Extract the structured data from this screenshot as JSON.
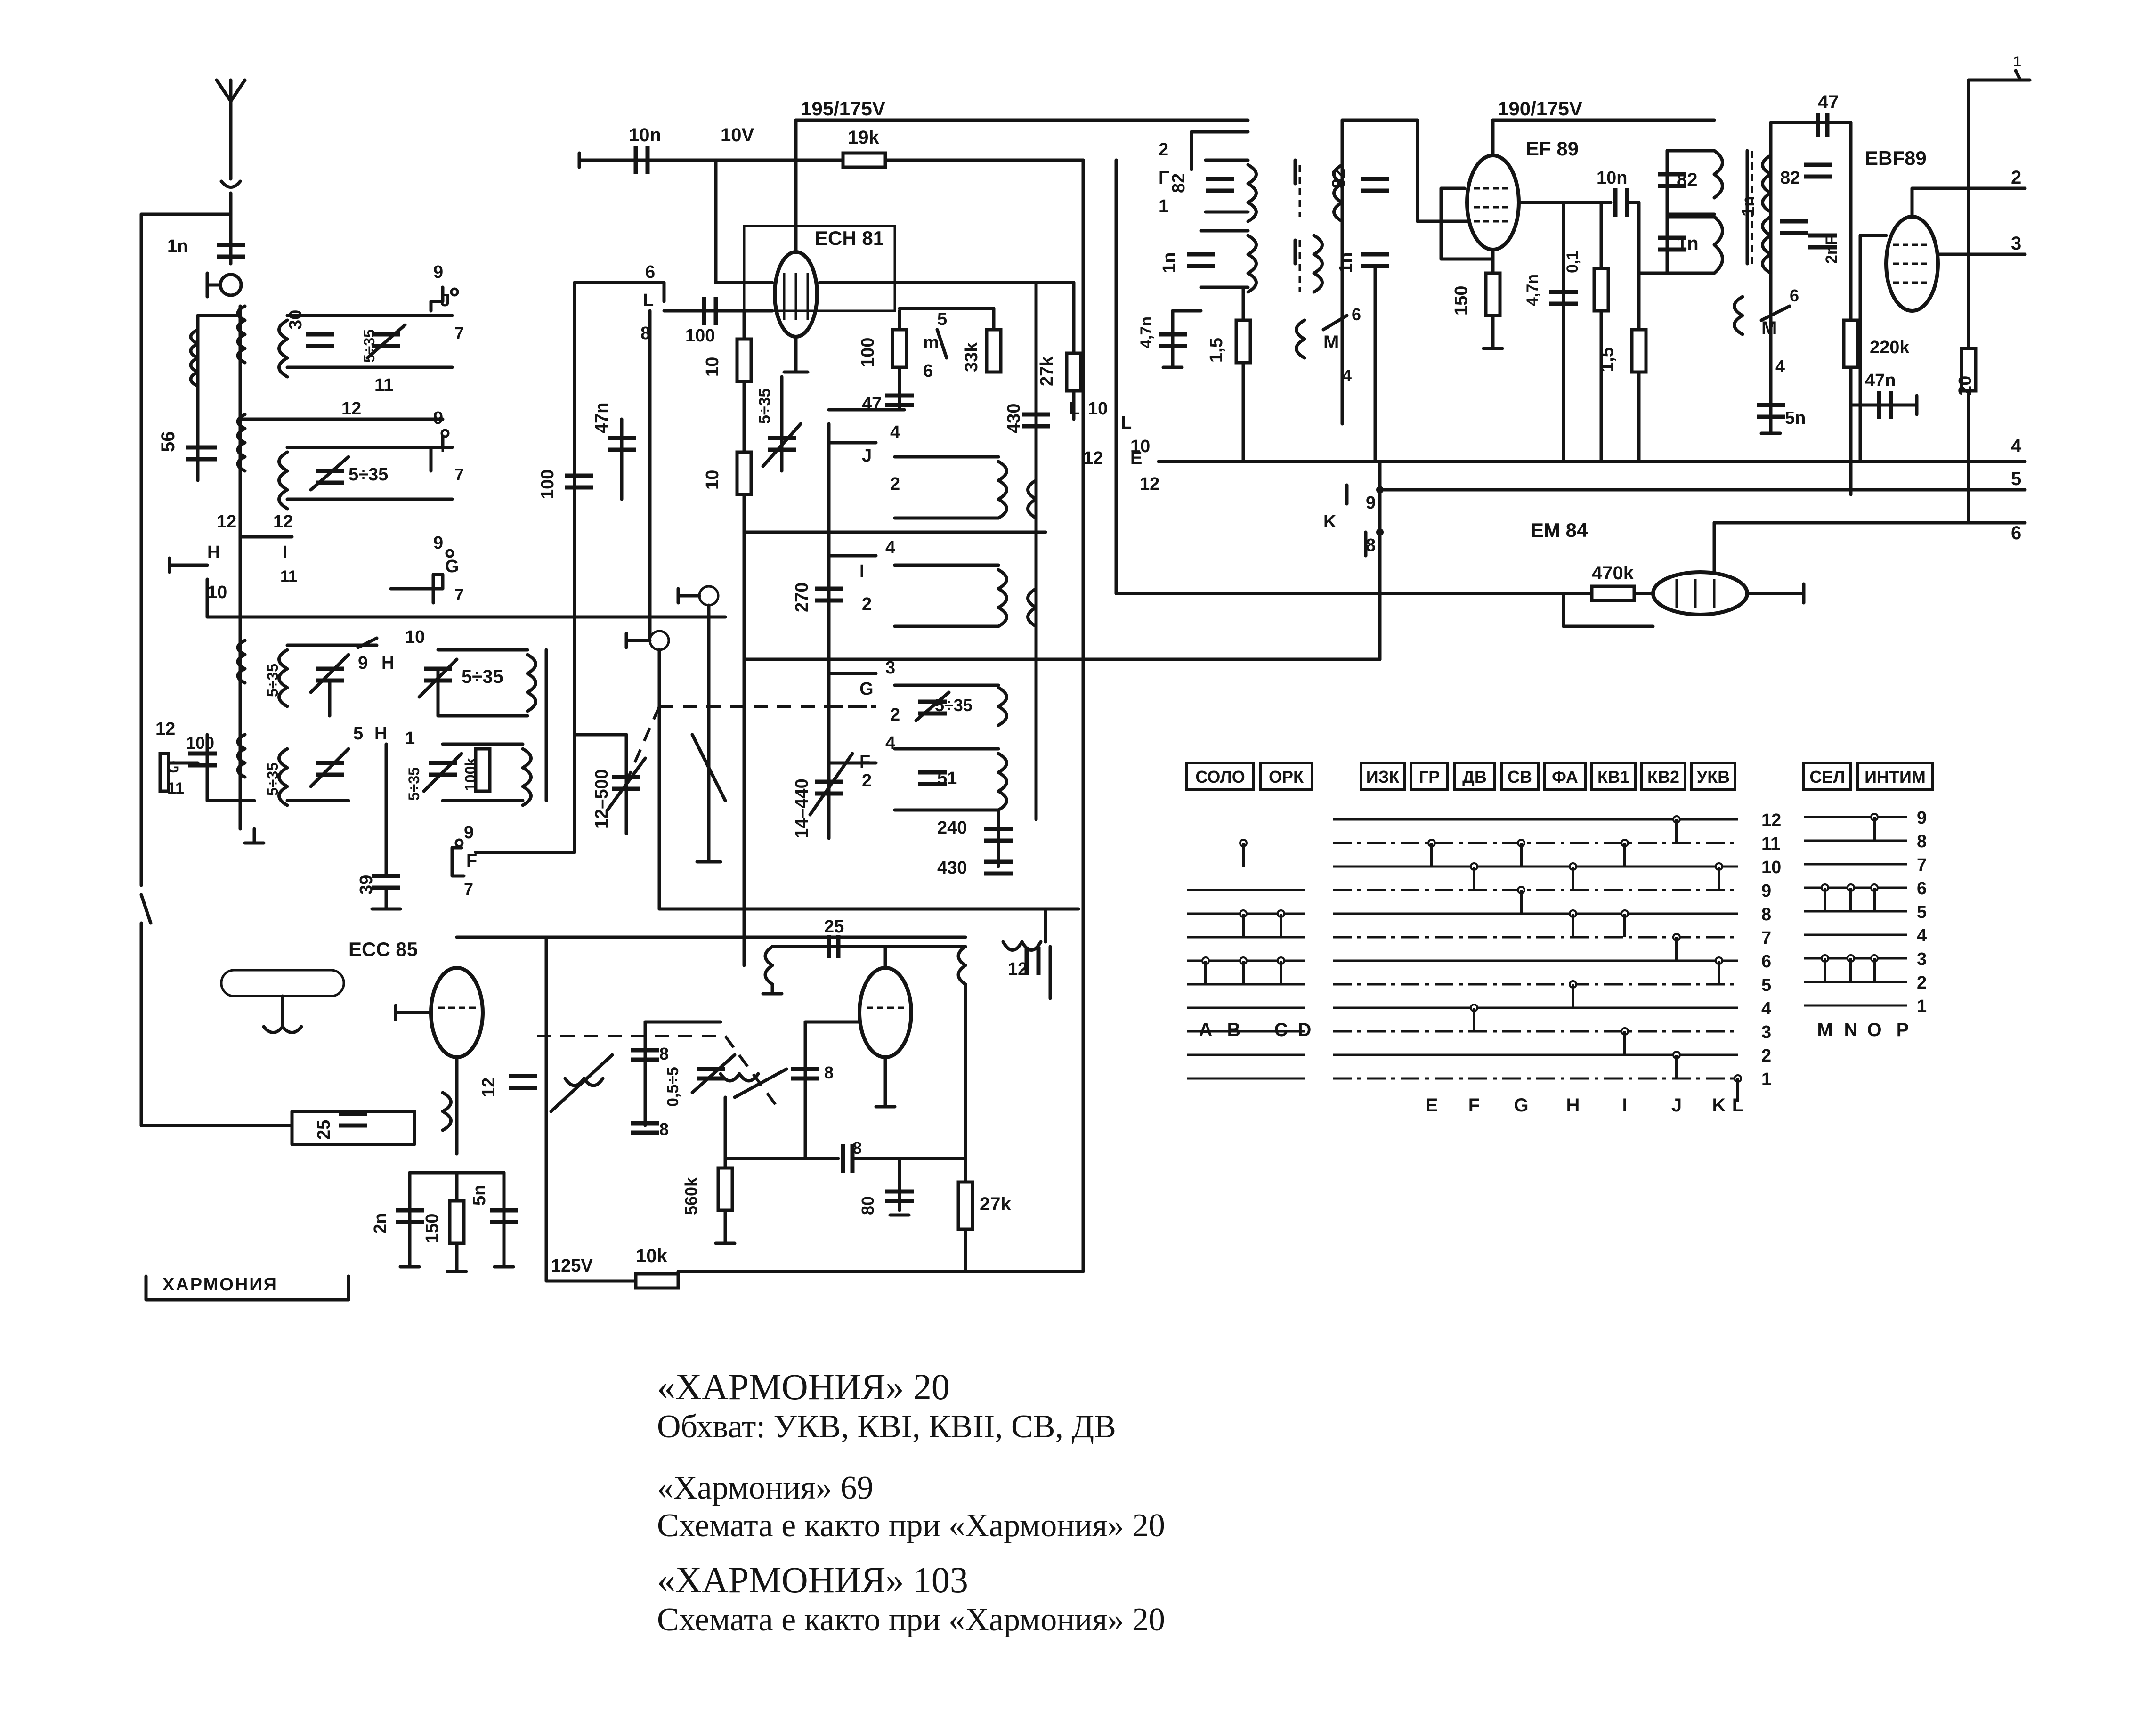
{
  "tubes": {
    "ech81": "ECH 81",
    "ef89": "EF 89",
    "ebf89": "EBF89",
    "em84": "EM 84",
    "ecc85": "ECC 85"
  },
  "voltages": {
    "v195": "195/175V",
    "v190": "190/175V",
    "v10": "10V",
    "v125": "125V"
  },
  "components": {
    "c10n_top": "10n",
    "r19k": "19k",
    "c1n_ant": "1n",
    "c30": "30",
    "c535_a": "5÷35",
    "c56": "56",
    "c535_b": "5÷35",
    "c100_left": "100",
    "c535_h1": "5÷35",
    "c535_h2": "5÷35",
    "c535_5": "5÷35",
    "c535_r": "5÷35",
    "r100k": "100k",
    "c39": "39",
    "c100_mid": "100",
    "c47n_mid": "47n",
    "c12_500": "12–500",
    "c100_ech": "100",
    "r10a": "10",
    "r10b": "10",
    "c535_osc": "5÷35",
    "c270": "270",
    "c14_440": "14–440",
    "c535_g": "5÷35",
    "c51": "51",
    "c240": "240",
    "c430_a": "430",
    "c430_b": "430",
    "r100_ech": "100",
    "c47_ech": "47",
    "r33k": "33k",
    "r27k": "27k",
    "c82_a": "82",
    "c1n_if": "1n",
    "c47n_if": "4,7n",
    "r15_if": "1,5",
    "c82_b": "82",
    "c1n_b": "1n",
    "r150": "150",
    "c47n_ef": "4,7n",
    "c01": "0,1",
    "c10n_ef": "10n",
    "r15_ef": "1,5",
    "c82_c": "82",
    "c1n_c": "1n",
    "c5n": "5n",
    "c47_top": "47",
    "c82_d": "82",
    "c1n_d": "1n",
    "c2nf": "2nF",
    "r220k": "220k",
    "c47n_r": "47n",
    "r20": "20",
    "r470k": "470k",
    "c25_top": "25",
    "c12_uk": "12",
    "c12_osc": "12",
    "c8_a": "8",
    "c8_b": "8",
    "c05_5": "0,5÷5",
    "c8_c": "8",
    "c8_d": "8",
    "r560k": "560k",
    "c80": "80",
    "r27k_b": "27k",
    "c25_in": "25",
    "c2n": "2n",
    "r150_b": "150",
    "c5n_b": "5n",
    "r10k": "10k"
  },
  "nets": {
    "ant_num": "1",
    "out2": "2",
    "out3": "3",
    "out4": "4",
    "out5": "5",
    "out6": "6"
  },
  "switch_table": {
    "groups": [
      {
        "labels": [
          "СОЛО",
          "ОРК"
        ],
        "columns": [
          "A",
          "B",
          "C",
          "D"
        ]
      },
      {
        "labels": [
          "ИЗК",
          "ГР",
          "ДВ",
          "СВ",
          "ФА",
          "КВ1",
          "КВ2",
          "УКВ"
        ],
        "columns": [
          "E",
          "F",
          "G",
          "H",
          "I",
          "J",
          "K",
          "L"
        ]
      },
      {
        "labels": [
          "СЕЛ",
          "ИНТИМ"
        ],
        "columns": [
          "M",
          "N",
          "O",
          "P"
        ]
      }
    ],
    "rows_main": [
      "12",
      "11",
      "10",
      "9",
      "8",
      "7",
      "6",
      "5",
      "4",
      "3",
      "2",
      "1"
    ],
    "rows_right": [
      "9",
      "8",
      "7",
      "6",
      "5",
      "4",
      "3",
      "2",
      "1"
    ]
  },
  "nameplate": "ХАРМОНИЯ",
  "caption": {
    "line1": "«ХАРМОНИЯ» 20",
    "line2": "Обхват: УКВ, КВI, КВII, СВ, ДВ",
    "line3": "«Хармония» 69",
    "line4": "Схемата е както при «Хармония» 20",
    "line5": "«ХАРМОНИЯ» 103",
    "line6": "Схемата е както при «Хармония» 20"
  }
}
